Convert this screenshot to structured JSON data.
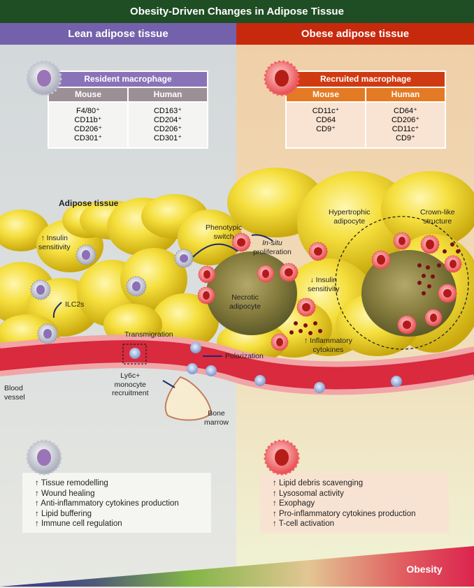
{
  "title": "Obesity-Driven Changes in Adipose Tissue",
  "colors": {
    "title_bg": "#1f4d24",
    "lean_accent": "#7461ab",
    "obese_accent": "#c7290d",
    "obese_subheader": "#e57a24",
    "lean_subheader": "#9c8f96",
    "adipocyte": "#f2da3a",
    "vessel": "#d92a3e"
  },
  "lean": {
    "header": "Lean adipose tissue",
    "macrophage_table": {
      "title": "Resident macrophage",
      "columns": [
        "Mouse",
        "Human"
      ],
      "mouse_markers": [
        "F4/80⁺",
        "CD11b⁺",
        "CD206⁺",
        "CD301⁺"
      ],
      "human_markers": [
        "CD163⁺",
        "CD204⁺",
        "CD206⁺",
        "CD301⁺"
      ]
    },
    "functions": [
      "↑ Tissue remodelling",
      "↑ Wound healing",
      "↑ Anti-inflammatory cytokines production",
      "↑ Lipid buffering",
      "↑ Immune cell regulation"
    ]
  },
  "obese": {
    "header": "Obese adipose tissue",
    "macrophage_table": {
      "title": "Recruited macrophage",
      "columns": [
        "Mouse",
        "Human"
      ],
      "mouse_markers": [
        "CD11c⁺",
        "CD64",
        "CD9⁺"
      ],
      "human_markers": [
        "CD64⁺",
        "CD206⁺",
        "CD11c⁺",
        "CD9⁺"
      ]
    },
    "functions": [
      "↑ Lipid debris scavenging",
      "↑ Lysosomal activity",
      "↑ Exophagy",
      "↑ Pro-inflammatory cytokines production",
      "↑ T-cell activation"
    ]
  },
  "diagram_labels": {
    "adipose_tissue": "Adipose tissue",
    "insulin_up_1": "↑ Insulin",
    "insulin_up_2": "sensitivity",
    "ilc2s": "ILC2s",
    "phenotypic_1": "Phenotypic",
    "phenotypic_2": "switch",
    "insitu_1": "In-situ",
    "insitu_2": "proliferation",
    "hypertrophic_1": "Hypertrophic",
    "hypertrophic_2": "adipocyte",
    "crown_1": "Crown-like",
    "crown_2": "structure",
    "necrotic_1": "Necrotic",
    "necrotic_2": "adipocyte",
    "insulin_down_1": "↓ Insulin",
    "insulin_down_2": "sensitivity",
    "inflammatory_1": "↑ Inflammatory",
    "inflammatory_2": "cytokines",
    "transmigration": "Transmigration",
    "polarization": "Polarization",
    "blood_vessel_1": "Blood",
    "blood_vessel_2": "vessel",
    "ly6c_1": "Ly6c+",
    "ly6c_2": "monocyte",
    "ly6c_3": "recruitment",
    "bone_marrow_1": "Bone",
    "bone_marrow_2": "marrow"
  },
  "gradient_bar": {
    "label": "Obesity"
  }
}
